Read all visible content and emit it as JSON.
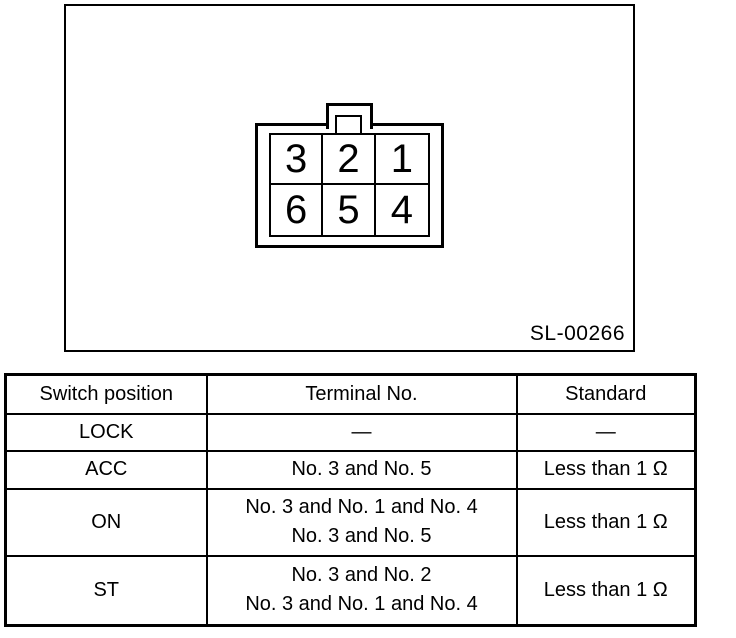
{
  "figure": {
    "code": "SL-00266",
    "connector": {
      "cells": [
        "3",
        "2",
        "1",
        "6",
        "5",
        "4"
      ]
    }
  },
  "table": {
    "headers": [
      "Switch position",
      "Terminal No.",
      "Standard"
    ],
    "rows": [
      {
        "position": "LOCK",
        "terminals": "—",
        "standard": "—"
      },
      {
        "position": "ACC",
        "terminals": "No. 3 and No. 5",
        "standard": "Less than 1 Ω"
      },
      {
        "position": "ON",
        "terminals": "No. 3 and No. 1 and No. 4\nNo. 3 and No. 5",
        "standard": "Less than 1 Ω"
      },
      {
        "position": "ST",
        "terminals": "No. 3 and No. 2\nNo. 3 and No. 1 and No. 4",
        "standard": "Less than 1 Ω"
      }
    ]
  },
  "colors": {
    "line": "#000000",
    "background": "#ffffff"
  }
}
